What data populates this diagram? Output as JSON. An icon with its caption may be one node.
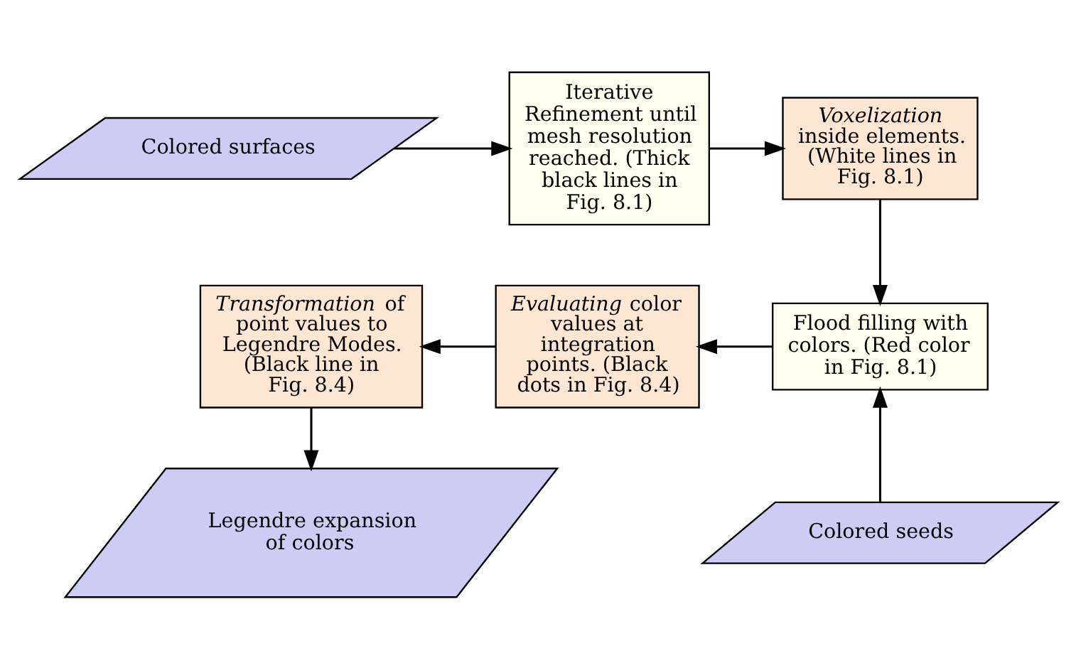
{
  "diagram": {
    "nodes": [
      {
        "text": [
          "Colored surfaces"
        ]
      },
      {
        "text": [
          "Iterative Refinement until mesh resolution reached. (Thick black lines in Fig. 8.1)"
        ]
      },
      {
        "text": [
          "*Voxelization* inside elements. (White lines in Fig. 8.1)"
        ]
      },
      {
        "text": [
          "Flood filling with colors. (Red color in Fig. 8.1)"
        ]
      },
      {
        "text": [
          "*Evaluating* color values at integration points. (Black dots in Fig. 8.4)"
        ]
      },
      {
        "text": [
          "*Transformation* of point values to Legendre Modes. (Black line in Fig. 8.4)"
        ]
      },
      {
        "text": [
          "Legendre expansion of colors"
        ]
      },
      {
        "text": [
          "Colored seeds"
        ]
      }
    ],
    "edges": [
      {
        "from": 0,
        "to": 1,
        "arrow": "to"
      },
      {
        "from": 1,
        "to": 2,
        "arrow": "to"
      },
      {
        "from": 2,
        "to": 3,
        "arrow": "to"
      },
      {
        "from": 7,
        "to": 3,
        "arrow": "to"
      },
      {
        "from": 3,
        "to": 4,
        "arrow": "to"
      },
      {
        "from": 4,
        "to": 5,
        "arrow": "to"
      },
      {
        "from": 5,
        "to": 6,
        "arrow": "to"
      }
    ]
  }
}
